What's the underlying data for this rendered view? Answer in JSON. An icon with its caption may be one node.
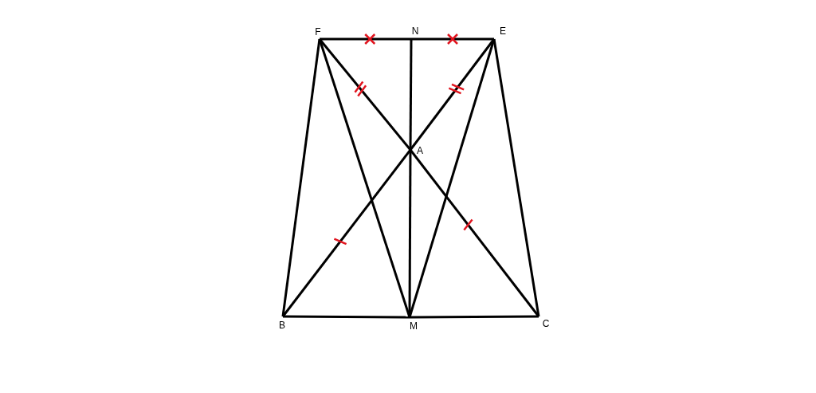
{
  "diagram": {
    "nodes": [
      {
        "text": [
          "F"
        ]
      },
      {
        "text": [
          "N"
        ]
      },
      {
        "text": [
          "E"
        ]
      },
      {
        "text": [
          "A"
        ]
      },
      {
        "text": [
          "B"
        ]
      },
      {
        "text": [
          "M"
        ]
      },
      {
        "text": [
          "C"
        ]
      }
    ],
    "edges": [
      {
        "from": 0,
        "to": 1,
        "arrow": "none"
      },
      {
        "from": 1,
        "to": 2,
        "arrow": "none"
      },
      {
        "from": 0,
        "to": 3,
        "arrow": "none"
      },
      {
        "from": 3,
        "to": 6,
        "arrow": "none"
      },
      {
        "from": 2,
        "to": 3,
        "arrow": "none"
      },
      {
        "from": 3,
        "to": 4,
        "arrow": "none"
      },
      {
        "from": 1,
        "to": 3,
        "arrow": "none"
      },
      {
        "from": 3,
        "to": 5,
        "arrow": "none"
      },
      {
        "from": 0,
        "to": 4,
        "arrow": "none"
      },
      {
        "from": 0,
        "to": 5,
        "arrow": "none"
      },
      {
        "from": 2,
        "to": 5,
        "arrow": "none"
      },
      {
        "from": 2,
        "to": 6,
        "arrow": "none"
      },
      {
        "from": 4,
        "to": 5,
        "arrow": "none"
      },
      {
        "from": 5,
        "to": 6,
        "arrow": "none"
      }
    ]
  }
}
